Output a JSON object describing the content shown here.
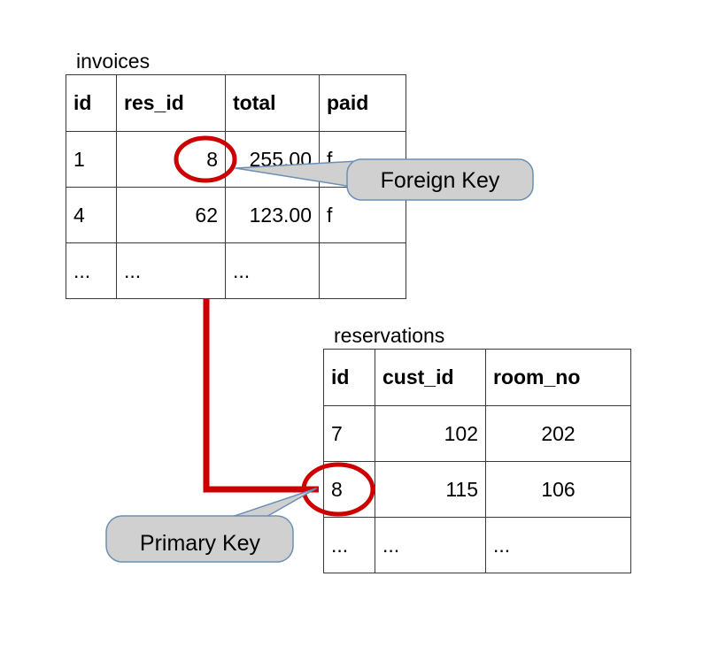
{
  "diagram": {
    "title_hidden": "",
    "accent_red": "#cc0000",
    "callout_fill": "#d0d0d0",
    "callout_stroke": "#6b8fb5",
    "table_border": "#3a3a3a"
  },
  "tables": [
    {
      "name": "invoices",
      "caption": "invoices",
      "columns": [
        {
          "label": "id",
          "align": "align-left"
        },
        {
          "label": "res_id",
          "align": "align-right"
        },
        {
          "label": "total",
          "align": "align-right"
        },
        {
          "label": "paid",
          "align": "align-left"
        }
      ],
      "rows": [
        {
          "cells": [
            "1",
            "8",
            "255.00",
            "f"
          ]
        },
        {
          "cells": [
            "4",
            "62",
            "123.00",
            "f"
          ]
        },
        {
          "cells": [
            "...",
            "...",
            "...",
            ""
          ]
        }
      ]
    },
    {
      "name": "reservations",
      "caption": "reservations",
      "columns": [
        {
          "label": "id",
          "align": "align-left"
        },
        {
          "label": "cust_id",
          "align": "align-right"
        },
        {
          "label": "room_no",
          "align": "align-center"
        }
      ],
      "rows": [
        {
          "cells": [
            "7",
            "102",
            "202"
          ]
        },
        {
          "cells": [
            "8",
            "115",
            "106"
          ]
        },
        {
          "cells": [
            "...",
            "...",
            "..."
          ]
        }
      ]
    }
  ],
  "callouts": [
    {
      "id": "foreign-key",
      "label": "Foreign Key",
      "points_to": "invoices.res_id = 8"
    },
    {
      "id": "primary-key",
      "label": "Primary Key",
      "points_to": "reservations.id = 8"
    }
  ],
  "highlights": [
    {
      "id": "fk-value-circle",
      "value": "8",
      "table": "invoices",
      "column": "res_id"
    },
    {
      "id": "pk-value-circle",
      "value": "8",
      "table": "reservations",
      "column": "id"
    }
  ],
  "relationship": {
    "from": "invoices.res_id",
    "to": "reservations.id",
    "matched_value": "8"
  }
}
